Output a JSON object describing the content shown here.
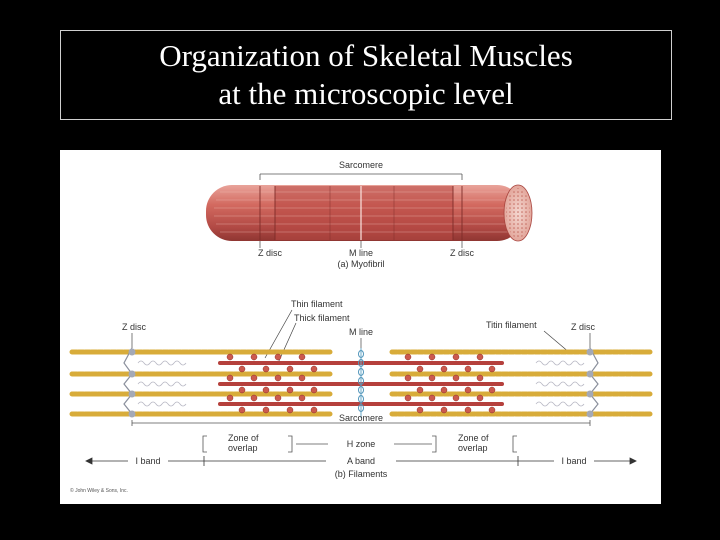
{
  "slide": {
    "title_line1": "Organization of Skeletal Muscles",
    "title_line2": "at the microscopic level"
  },
  "diagram": {
    "myofibril": {
      "sarcomere": "Sarcomere",
      "z_disc_left": "Z disc",
      "m_line": "M line",
      "z_disc_right": "Z disc",
      "caption": "(a) Myofibril"
    },
    "filaments": {
      "thin_filament": "Thin filament",
      "thick_filament": "Thick filament",
      "z_disc_left": "Z disc",
      "m_line": "M line",
      "titin_filament": "Titin filament",
      "z_disc_right": "Z disc",
      "sarcomere": "Sarcomere",
      "zone_overlap_left_1": "Zone of",
      "zone_overlap_left_2": "overlap",
      "h_zone": "H zone",
      "zone_overlap_right_1": "Zone of",
      "zone_overlap_right_2": "overlap",
      "i_band_left": "I band",
      "a_band": "A band",
      "i_band_right": "I band",
      "caption": "(b) Filaments"
    },
    "copyright": "© John Wiley & Sons, Inc."
  },
  "colors": {
    "background": "#000000",
    "title_text": "#ffffff",
    "muscle": "#c4605a",
    "thick": "#b5403c",
    "thin": "#d8ac3a",
    "titin": "#e6e6ea",
    "panel": "#ffffff"
  }
}
